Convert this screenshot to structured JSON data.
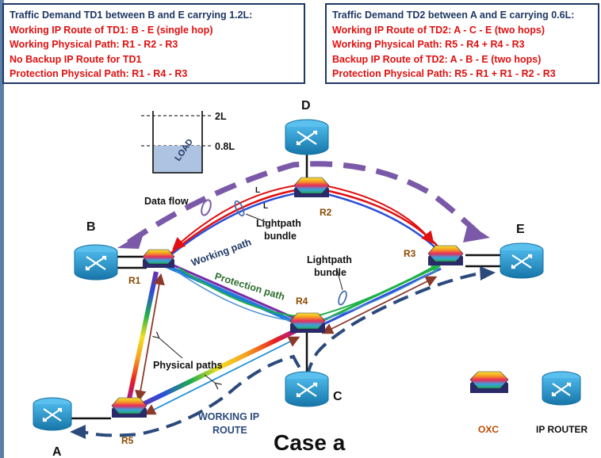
{
  "td1": {
    "title": "Traffic Demand TD1 between B and E carrying 1.2L:",
    "lines": [
      "Working IP Route of TD1: B - E (single hop)",
      "Working Physical Path: R1 - R2 - R3",
      "No Backup IP Route for TD1",
      "Protection Physical Path: R1 - R4 - R3"
    ]
  },
  "td2": {
    "title": "Traffic Demand TD2 between A and E carrying 0.6L:",
    "lines": [
      "Working IP Route of TD2: A - C - E (two hops)",
      "Working Physical Path: R5 - R4 + R4 - R3",
      "Backup IP Route of TD2: A - B - E (two hops)",
      "Protection Physical Path: R5 - R1 + R1 - R2 - R3"
    ]
  },
  "load": {
    "label": "LOAD",
    "cap_high": "2L",
    "cap_low": "0.8L"
  },
  "routers": {
    "A": "A",
    "B": "B",
    "C": "C",
    "D": "D",
    "E": "E"
  },
  "oxcs": {
    "R1": "R1",
    "R2": "R2",
    "R3": "R3",
    "R4": "R4",
    "R5": "R5"
  },
  "labels": {
    "data_flow": "Data flow",
    "lightpath_bundle_1": [
      "Lightpath",
      "bundle"
    ],
    "lightpath_bundle_2": [
      "Lightpath",
      "bundle"
    ],
    "working_path": "Working path",
    "protection_path": "Protection path",
    "physical_paths": "Physical paths",
    "working_ip_route": [
      "WORKING IP",
      "ROUTE"
    ],
    "lambda": "L",
    "case": "Case a"
  },
  "legend": {
    "oxc": "OXC",
    "ip_router": "IP ROUTER"
  },
  "colors": {
    "dark_blue": "#1f3864",
    "red_text": "#e01010",
    "router_blue": "#1e90c8",
    "purple_flow": "#7a5aa8",
    "route_dark": "#2b4a7c",
    "working_green": "#2e6e2e",
    "label_brown": "#8b4a00"
  }
}
